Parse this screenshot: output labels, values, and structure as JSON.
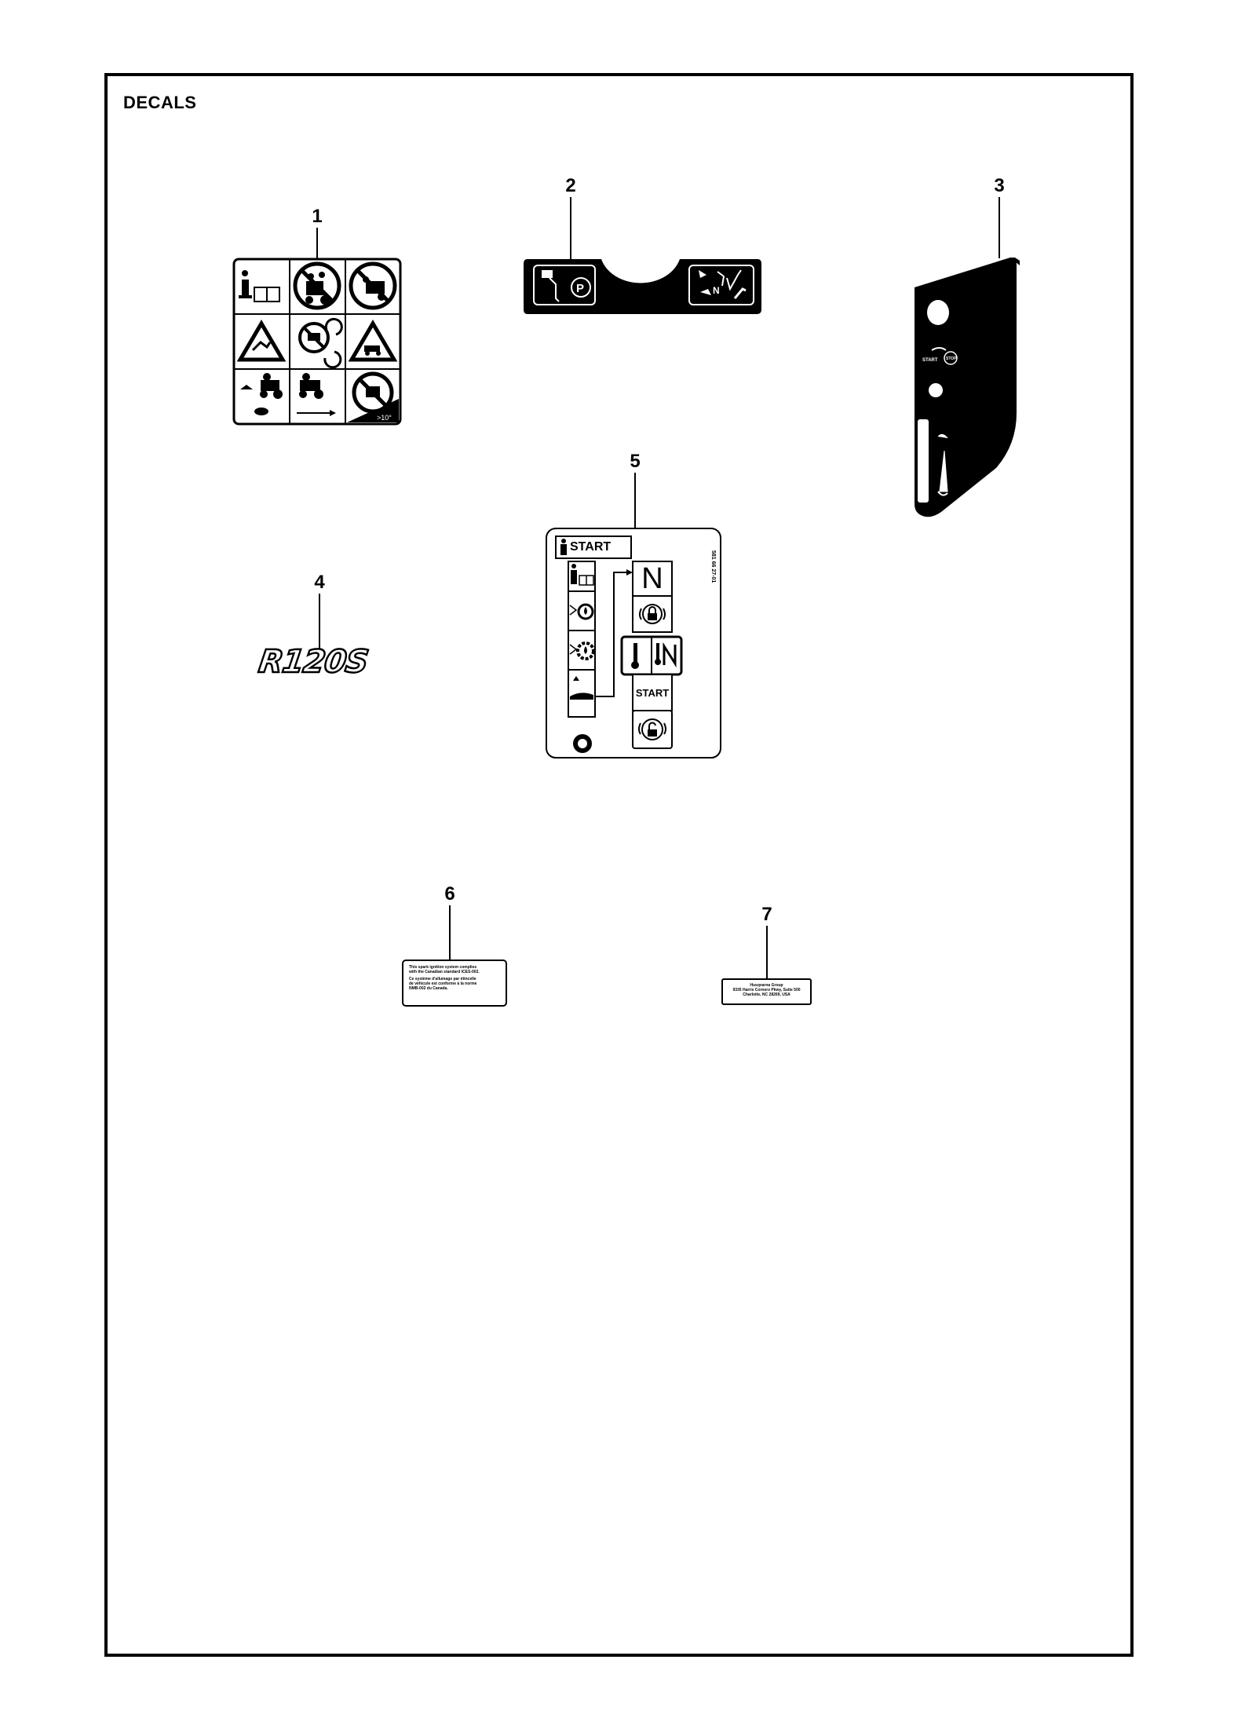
{
  "page": {
    "title": "DECALS"
  },
  "callouts": [
    "1",
    "2",
    "3",
    "4",
    "5",
    "6",
    "7"
  ],
  "decal3": {
    "start_text": "START",
    "stop_text": "STOP"
  },
  "decal4": {
    "model": "R120S"
  },
  "decal5": {
    "start_header": "START",
    "neutral": "N",
    "start_label": "START",
    "serial": "581 66 27-01"
  },
  "decal6": {
    "line1": "This spark ignition system complies",
    "line2": "with the Canadian standard ICES-002.",
    "line3": "Ce système d'allumage par étincelle",
    "line4": "de véhicule est conforme à la norme",
    "line5": "NMB-002 du Canada."
  },
  "decal7": {
    "line1": "Husqvarna Group",
    "line2": "9335 Harris Corners Pkwy, Suite 500",
    "line3": "Charlotte, NC 28269, USA"
  },
  "decal1": {
    "slope_label": ">10°"
  }
}
